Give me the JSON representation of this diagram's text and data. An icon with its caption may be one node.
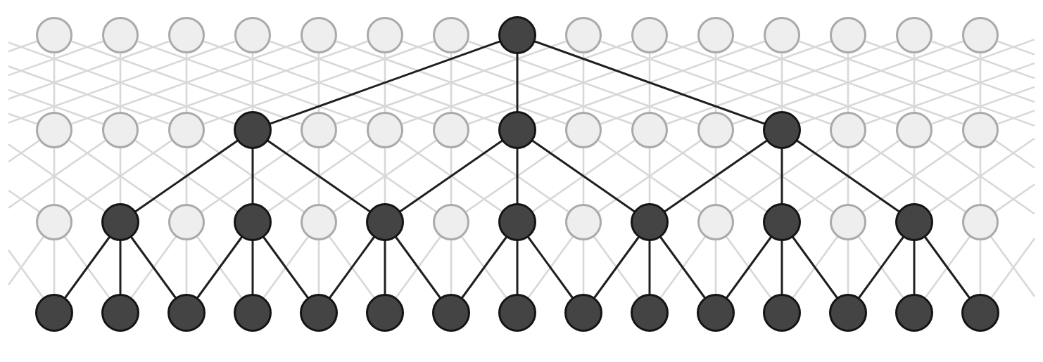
{
  "diagram": {
    "nodes": [
      {
        "text": [],
        "shape": "circle"
      },
      {
        "text": [],
        "shape": "circle"
      },
      {
        "text": [],
        "shape": "circle"
      },
      {
        "text": [],
        "shape": "circle"
      },
      {
        "text": [],
        "shape": "circle"
      },
      {
        "text": [],
        "shape": "circle"
      },
      {
        "text": [],
        "shape": "circle"
      },
      {
        "text": [],
        "shape": "circle"
      },
      {
        "text": [],
        "shape": "circle"
      },
      {
        "text": [],
        "shape": "circle"
      },
      {
        "text": [],
        "shape": "circle"
      },
      {
        "text": [],
        "shape": "circle"
      },
      {
        "text": [],
        "shape": "circle"
      },
      {
        "text": [],
        "shape": "circle"
      },
      {
        "text": [],
        "shape": "circle"
      },
      {
        "text": [],
        "shape": "circle"
      },
      {
        "text": [],
        "shape": "circle"
      },
      {
        "text": [],
        "shape": "circle"
      },
      {
        "text": [],
        "shape": "circle"
      },
      {
        "text": [],
        "shape": "circle"
      },
      {
        "text": [],
        "shape": "circle"
      },
      {
        "text": [],
        "shape": "circle"
      },
      {
        "text": [],
        "shape": "circle"
      },
      {
        "text": [],
        "shape": "circle"
      },
      {
        "text": [],
        "shape": "circle"
      },
      {
        "text": [],
        "shape": "circle"
      },
      {
        "text": [],
        "shape": "circle"
      },
      {
        "text": [],
        "shape": "circle"
      },
      {
        "text": [],
        "shape": "circle"
      },
      {
        "text": [],
        "shape": "circle"
      },
      {
        "text": [],
        "shape": "circle"
      },
      {
        "text": [],
        "shape": "circle"
      },
      {
        "text": [],
        "shape": "circle"
      },
      {
        "text": [],
        "shape": "circle"
      },
      {
        "text": [],
        "shape": "circle"
      },
      {
        "text": [],
        "shape": "circle"
      },
      {
        "text": [],
        "shape": "circle"
      },
      {
        "text": [],
        "shape": "circle"
      },
      {
        "text": [],
        "shape": "circle"
      },
      {
        "text": [],
        "shape": "circle"
      },
      {
        "text": [],
        "shape": "circle"
      },
      {
        "text": [],
        "shape": "circle"
      },
      {
        "text": [],
        "shape": "circle"
      },
      {
        "text": [],
        "shape": "circle"
      },
      {
        "text": [],
        "shape": "circle"
      },
      {
        "text": [],
        "shape": "circle"
      },
      {
        "text": [],
        "shape": "circle"
      },
      {
        "text": [],
        "shape": "circle"
      },
      {
        "text": [],
        "shape": "circle"
      },
      {
        "text": [],
        "shape": "circle"
      },
      {
        "text": [],
        "shape": "circle"
      },
      {
        "text": [],
        "shape": "circle"
      },
      {
        "text": [],
        "shape": "circle"
      },
      {
        "text": [],
        "shape": "circle"
      },
      {
        "text": [],
        "shape": "circle"
      },
      {
        "text": [],
        "shape": "circle"
      },
      {
        "text": [],
        "shape": "circle"
      },
      {
        "text": [],
        "shape": "circle"
      },
      {
        "text": [],
        "shape": "circle"
      },
      {
        "text": [],
        "shape": "circle"
      }
    ],
    "edges": [
      {
        "from": null,
        "to": 15,
        "arrow": "none"
      },
      {
        "from": null,
        "to": 16,
        "arrow": "none"
      },
      {
        "from": null,
        "to": 17,
        "arrow": "none"
      },
      {
        "from": null,
        "to": 18,
        "arrow": "none"
      },
      {
        "from": 0,
        "to": null,
        "arrow": "none"
      },
      {
        "from": 0,
        "to": 15,
        "arrow": "none"
      },
      {
        "from": 0,
        "to": 19,
        "arrow": "none"
      },
      {
        "from": 1,
        "to": null,
        "arrow": "none"
      },
      {
        "from": 1,
        "to": 16,
        "arrow": "none"
      },
      {
        "from": 1,
        "to": 20,
        "arrow": "none"
      },
      {
        "from": 2,
        "to": null,
        "arrow": "none"
      },
      {
        "from": 2,
        "to": 17,
        "arrow": "none"
      },
      {
        "from": 2,
        "to": 21,
        "arrow": "none"
      },
      {
        "from": 3,
        "to": null,
        "arrow": "none"
      },
      {
        "from": 3,
        "to": 18,
        "arrow": "none"
      },
      {
        "from": 3,
        "to": 22,
        "arrow": "none"
      },
      {
        "from": 4,
        "to": 15,
        "arrow": "none"
      },
      {
        "from": 4,
        "to": 19,
        "arrow": "none"
      },
      {
        "from": 4,
        "to": 23,
        "arrow": "none"
      },
      {
        "from": 5,
        "to": 16,
        "arrow": "none"
      },
      {
        "from": 5,
        "to": 20,
        "arrow": "none"
      },
      {
        "from": 5,
        "to": 24,
        "arrow": "none"
      },
      {
        "from": 6,
        "to": 17,
        "arrow": "none"
      },
      {
        "from": 6,
        "to": 21,
        "arrow": "none"
      },
      {
        "from": 6,
        "to": 25,
        "arrow": "none"
      },
      {
        "from": 7,
        "to": 18,
        "arrow": "none",
        "color": "#1f1f1f"
      },
      {
        "from": 7,
        "to": 22,
        "arrow": "none",
        "color": "#1f1f1f"
      },
      {
        "from": 7,
        "to": 26,
        "arrow": "none",
        "color": "#1f1f1f"
      },
      {
        "from": 8,
        "to": 19,
        "arrow": "none"
      },
      {
        "from": 8,
        "to": 23,
        "arrow": "none"
      },
      {
        "from": 8,
        "to": 27,
        "arrow": "none"
      },
      {
        "from": 9,
        "to": 20,
        "arrow": "none"
      },
      {
        "from": 9,
        "to": 24,
        "arrow": "none"
      },
      {
        "from": 9,
        "to": 28,
        "arrow": "none"
      },
      {
        "from": 10,
        "to": 21,
        "arrow": "none"
      },
      {
        "from": 10,
        "to": 25,
        "arrow": "none"
      },
      {
        "from": 10,
        "to": 29,
        "arrow": "none"
      },
      {
        "from": 11,
        "to": 22,
        "arrow": "none"
      },
      {
        "from": 11,
        "to": 26,
        "arrow": "none"
      },
      {
        "from": 11,
        "to": null,
        "arrow": "none"
      },
      {
        "from": 12,
        "to": 23,
        "arrow": "none"
      },
      {
        "from": 12,
        "to": 27,
        "arrow": "none"
      },
      {
        "from": 12,
        "to": null,
        "arrow": "none"
      },
      {
        "from": 13,
        "to": 24,
        "arrow": "none"
      },
      {
        "from": 13,
        "to": 28,
        "arrow": "none"
      },
      {
        "from": 13,
        "to": null,
        "arrow": "none"
      },
      {
        "from": 14,
        "to": 25,
        "arrow": "none"
      },
      {
        "from": 14,
        "to": 29,
        "arrow": "none"
      },
      {
        "from": 14,
        "to": null,
        "arrow": "none"
      },
      {
        "from": null,
        "to": 26,
        "arrow": "none"
      },
      {
        "from": null,
        "to": 27,
        "arrow": "none"
      },
      {
        "from": null,
        "to": 28,
        "arrow": "none"
      },
      {
        "from": null,
        "to": 29,
        "arrow": "none"
      },
      {
        "from": null,
        "to": 30,
        "arrow": "none"
      },
      {
        "from": null,
        "to": 31,
        "arrow": "none"
      },
      {
        "from": 15,
        "to": null,
        "arrow": "none"
      },
      {
        "from": 15,
        "to": 30,
        "arrow": "none"
      },
      {
        "from": 15,
        "to": 32,
        "arrow": "none"
      },
      {
        "from": 16,
        "to": null,
        "arrow": "none"
      },
      {
        "from": 16,
        "to": 31,
        "arrow": "none"
      },
      {
        "from": 16,
        "to": 33,
        "arrow": "none"
      },
      {
        "from": 17,
        "to": 30,
        "arrow": "none"
      },
      {
        "from": 17,
        "to": 32,
        "arrow": "none"
      },
      {
        "from": 17,
        "to": 34,
        "arrow": "none"
      },
      {
        "from": 18,
        "to": 31,
        "arrow": "none",
        "color": "#1f1f1f"
      },
      {
        "from": 18,
        "to": 33,
        "arrow": "none",
        "color": "#1f1f1f"
      },
      {
        "from": 18,
        "to": 35,
        "arrow": "none",
        "color": "#1f1f1f"
      },
      {
        "from": 19,
        "to": 32,
        "arrow": "none"
      },
      {
        "from": 19,
        "to": 34,
        "arrow": "none"
      },
      {
        "from": 19,
        "to": 36,
        "arrow": "none"
      },
      {
        "from": 20,
        "to": 33,
        "arrow": "none"
      },
      {
        "from": 20,
        "to": 35,
        "arrow": "none"
      },
      {
        "from": 20,
        "to": 37,
        "arrow": "none"
      },
      {
        "from": 21,
        "to": 34,
        "arrow": "none"
      },
      {
        "from": 21,
        "to": 36,
        "arrow": "none"
      },
      {
        "from": 21,
        "to": 38,
        "arrow": "none"
      },
      {
        "from": 22,
        "to": 35,
        "arrow": "none",
        "color": "#1f1f1f"
      },
      {
        "from": 22,
        "to": 37,
        "arrow": "none",
        "color": "#1f1f1f"
      },
      {
        "from": 22,
        "to": 39,
        "arrow": "none",
        "color": "#1f1f1f"
      },
      {
        "from": 23,
        "to": 36,
        "arrow": "none"
      },
      {
        "from": 23,
        "to": 38,
        "arrow": "none"
      },
      {
        "from": 23,
        "to": 40,
        "arrow": "none"
      },
      {
        "from": 24,
        "to": 37,
        "arrow": "none"
      },
      {
        "from": 24,
        "to": 39,
        "arrow": "none"
      },
      {
        "from": 24,
        "to": 41,
        "arrow": "none"
      },
      {
        "from": 25,
        "to": 38,
        "arrow": "none"
      },
      {
        "from": 25,
        "to": 40,
        "arrow": "none"
      },
      {
        "from": 25,
        "to": 42,
        "arrow": "none"
      },
      {
        "from": 26,
        "to": 39,
        "arrow": "none",
        "color": "#1f1f1f"
      },
      {
        "from": 26,
        "to": 41,
        "arrow": "none",
        "color": "#1f1f1f"
      },
      {
        "from": 26,
        "to": 43,
        "arrow": "none",
        "color": "#1f1f1f"
      },
      {
        "from": 27,
        "to": 40,
        "arrow": "none"
      },
      {
        "from": 27,
        "to": 42,
        "arrow": "none"
      },
      {
        "from": 27,
        "to": 44,
        "arrow": "none"
      },
      {
        "from": 28,
        "to": 41,
        "arrow": "none"
      },
      {
        "from": 28,
        "to": 43,
        "arrow": "none"
      },
      {
        "from": 28,
        "to": null,
        "arrow": "none"
      },
      {
        "from": 29,
        "to": 42,
        "arrow": "none"
      },
      {
        "from": 29,
        "to": 44,
        "arrow": "none"
      },
      {
        "from": 29,
        "to": null,
        "arrow": "none"
      },
      {
        "from": null,
        "to": 43,
        "arrow": "none"
      },
      {
        "from": null,
        "to": 44,
        "arrow": "none"
      },
      {
        "from": null,
        "to": 45,
        "arrow": "none"
      },
      {
        "from": 30,
        "to": null,
        "arrow": "none"
      },
      {
        "from": 30,
        "to": 45,
        "arrow": "none"
      },
      {
        "from": 30,
        "to": 46,
        "arrow": "none"
      },
      {
        "from": 31,
        "to": 45,
        "arrow": "none",
        "color": "#1f1f1f"
      },
      {
        "from": 31,
        "to": 46,
        "arrow": "none",
        "color": "#1f1f1f"
      },
      {
        "from": 31,
        "to": 47,
        "arrow": "none",
        "color": "#1f1f1f"
      },
      {
        "from": 32,
        "to": 46,
        "arrow": "none"
      },
      {
        "from": 32,
        "to": 47,
        "arrow": "none"
      },
      {
        "from": 32,
        "to": 48,
        "arrow": "none"
      },
      {
        "from": 33,
        "to": 47,
        "arrow": "none",
        "color": "#1f1f1f"
      },
      {
        "from": 33,
        "to": 48,
        "arrow": "none",
        "color": "#1f1f1f"
      },
      {
        "from": 33,
        "to": 49,
        "arrow": "none",
        "color": "#1f1f1f"
      },
      {
        "from": 34,
        "to": 48,
        "arrow": "none"
      },
      {
        "from": 34,
        "to": 49,
        "arrow": "none"
      },
      {
        "from": 34,
        "to": 50,
        "arrow": "none"
      },
      {
        "from": 35,
        "to": 49,
        "arrow": "none",
        "color": "#1f1f1f"
      },
      {
        "from": 35,
        "to": 50,
        "arrow": "none",
        "color": "#1f1f1f"
      },
      {
        "from": 35,
        "to": 51,
        "arrow": "none",
        "color": "#1f1f1f"
      },
      {
        "from": 36,
        "to": 50,
        "arrow": "none"
      },
      {
        "from": 36,
        "to": 51,
        "arrow": "none"
      },
      {
        "from": 36,
        "to": 52,
        "arrow": "none"
      },
      {
        "from": 37,
        "to": 51,
        "arrow": "none",
        "color": "#1f1f1f"
      },
      {
        "from": 37,
        "to": 52,
        "arrow": "none",
        "color": "#1f1f1f"
      },
      {
        "from": 37,
        "to": 53,
        "arrow": "none",
        "color": "#1f1f1f"
      },
      {
        "from": 38,
        "to": 52,
        "arrow": "none"
      },
      {
        "from": 38,
        "to": 53,
        "arrow": "none"
      },
      {
        "from": 38,
        "to": 54,
        "arrow": "none"
      },
      {
        "from": 39,
        "to": 53,
        "arrow": "none",
        "color": "#1f1f1f"
      },
      {
        "from": 39,
        "to": 54,
        "arrow": "none",
        "color": "#1f1f1f"
      },
      {
        "from": 39,
        "to": 55,
        "arrow": "none",
        "color": "#1f1f1f"
      },
      {
        "from": 40,
        "to": 54,
        "arrow": "none"
      },
      {
        "from": 40,
        "to": 55,
        "arrow": "none"
      },
      {
        "from": 40,
        "to": 56,
        "arrow": "none"
      },
      {
        "from": 41,
        "to": 55,
        "arrow": "none",
        "color": "#1f1f1f"
      },
      {
        "from": 41,
        "to": 56,
        "arrow": "none",
        "color": "#1f1f1f"
      },
      {
        "from": 41,
        "to": 57,
        "arrow": "none",
        "color": "#1f1f1f"
      },
      {
        "from": 42,
        "to": 56,
        "arrow": "none"
      },
      {
        "from": 42,
        "to": 57,
        "arrow": "none"
      },
      {
        "from": 42,
        "to": 58,
        "arrow": "none"
      },
      {
        "from": 43,
        "to": 57,
        "arrow": "none",
        "color": "#1f1f1f"
      },
      {
        "from": 43,
        "to": 58,
        "arrow": "none",
        "color": "#1f1f1f"
      },
      {
        "from": 43,
        "to": 59,
        "arrow": "none",
        "color": "#1f1f1f"
      },
      {
        "from": 44,
        "to": 58,
        "arrow": "none"
      },
      {
        "from": 44,
        "to": 59,
        "arrow": "none"
      },
      {
        "from": 44,
        "to": null,
        "arrow": "none"
      },
      {
        "from": null,
        "to": 59,
        "arrow": "none"
      }
    ]
  }
}
